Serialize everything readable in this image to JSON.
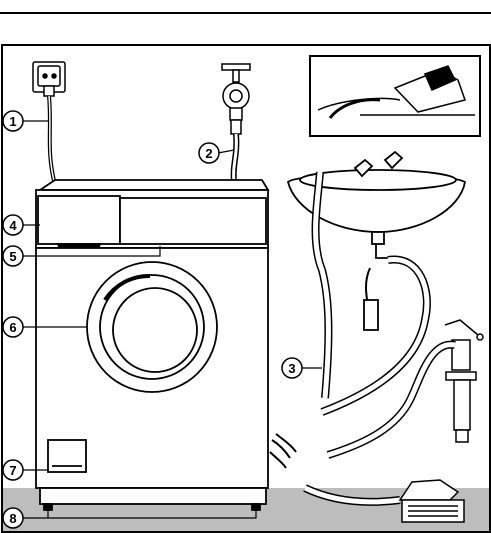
{
  "callouts": [
    {
      "id": "power-cord",
      "label": "1"
    },
    {
      "id": "inlet-hose",
      "label": "2"
    },
    {
      "id": "drain-hose",
      "label": "3"
    },
    {
      "id": "detergent-drawer",
      "label": "4"
    },
    {
      "id": "control-panel",
      "label": "5"
    },
    {
      "id": "door",
      "label": "6"
    },
    {
      "id": "service-flap",
      "label": "7"
    },
    {
      "id": "adjustable-feet",
      "label": "8"
    }
  ],
  "colors": {
    "line": "#000000",
    "paper": "#ffffff",
    "floor": "#bdbdbd",
    "frame": "#000000"
  }
}
